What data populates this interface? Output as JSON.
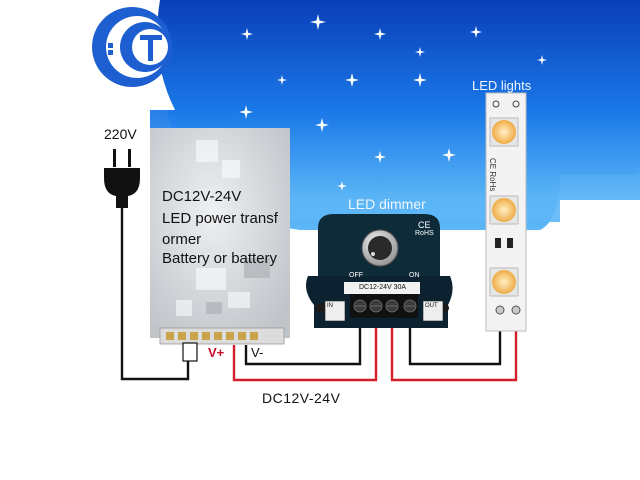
{
  "plug": {
    "label": "220V"
  },
  "power_supply": {
    "lines": [
      "DC12V-24V",
      "LED power transf",
      "ormer",
      "Battery or battery"
    ],
    "terminal_plus": "V+",
    "terminal_minus": "V-"
  },
  "dimmer": {
    "title": "LED dimmer",
    "off": "OFF",
    "on": "ON",
    "ce": "CE",
    "rohs": "RoHS",
    "rating": "DC12-24V  30A",
    "input": "IN",
    "output": "OUT"
  },
  "led_strip": {
    "title": "LED lights",
    "cert": "CE RoHs"
  },
  "voltage_note": "DC12V-24V",
  "colors": {
    "sky": "#1a64d6",
    "positive_wire": "#d21f2a",
    "negative_wire": "#111111",
    "led": "#f2b04a"
  }
}
